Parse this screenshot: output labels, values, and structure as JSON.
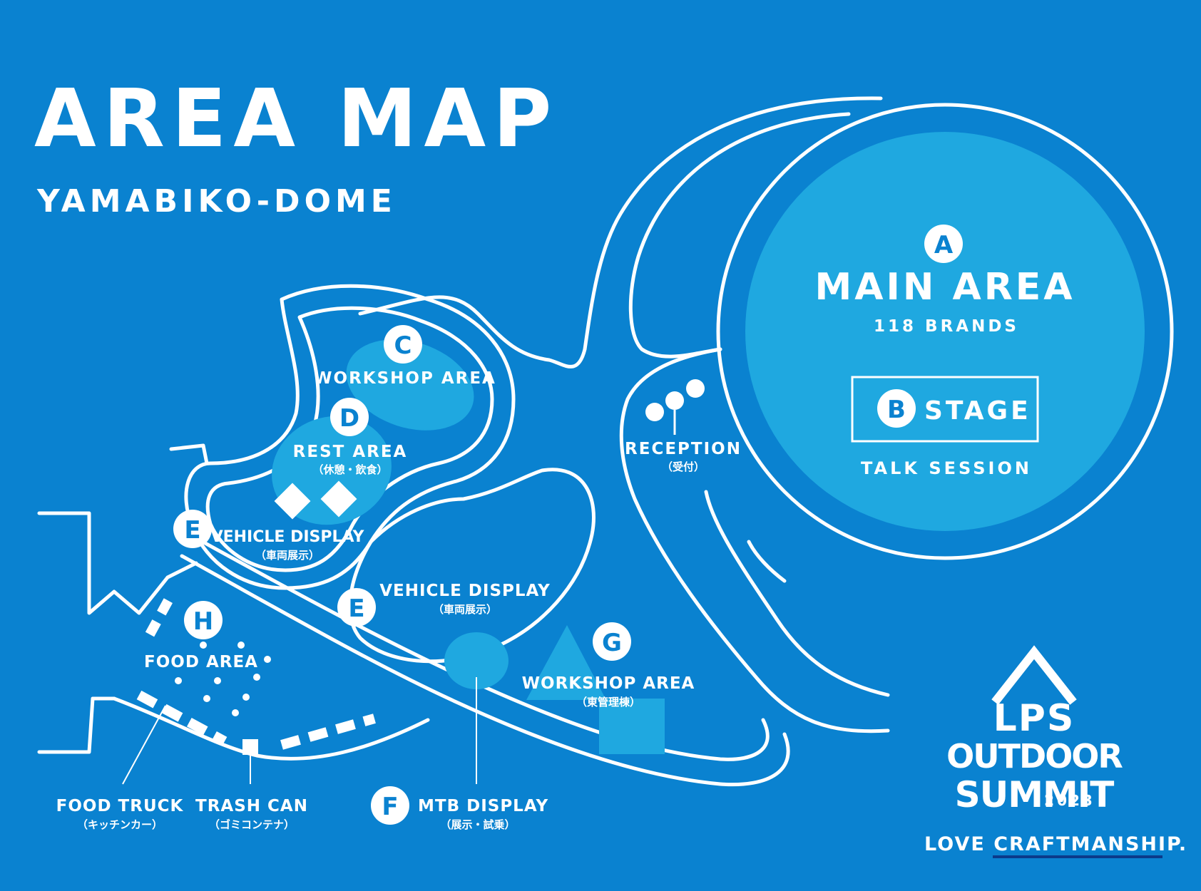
{
  "header": {
    "title": "AREA MAP",
    "venue": "YAMABIKO-DOME"
  },
  "colors": {
    "background": "#0a82d0",
    "zone_fill": "#1fa8e0",
    "line": "#ffffff"
  },
  "areas": {
    "main": {
      "letter": "A",
      "label": "MAIN AREA",
      "sub": "118 BRANDS"
    },
    "stage": {
      "letter": "B",
      "label": "STAGE",
      "sub": "TALK SESSION"
    },
    "workshop_c": {
      "letter": "C",
      "label": "WORKSHOP AREA"
    },
    "rest": {
      "letter": "D",
      "label": "REST AREA",
      "sub": "（休憩・飲食）"
    },
    "vehicle_1": {
      "letter": "E",
      "label": "VEHICLE DISPLAY",
      "sub": "（車両展示）"
    },
    "vehicle_2": {
      "letter": "E",
      "label": "VEHICLE DISPLAY",
      "sub": "（車両展示）"
    },
    "mtb": {
      "letter": "F",
      "label": "MTB DISPLAY",
      "sub": "（展示・試乗）"
    },
    "workshop_g": {
      "letter": "G",
      "label": "WORKSHOP AREA",
      "sub": "（東管理棟）"
    },
    "food": {
      "letter": "H",
      "label": "FOOD AREA"
    },
    "reception": {
      "label": "RECEPTION",
      "sub": "（受付）"
    },
    "food_truck": {
      "label": "FOOD TRUCK",
      "sub": "（キッチンカー）"
    },
    "trash_can": {
      "label": "TRASH CAN",
      "sub": "（ゴミコンテナ）"
    }
  },
  "logo": {
    "line1": "LPS",
    "line2": "OUTDOOR",
    "line3": "SUMMIT",
    "year": "2023",
    "tagline_1": "LOVE ",
    "tagline_2": "CRAFTMANSHIP."
  }
}
